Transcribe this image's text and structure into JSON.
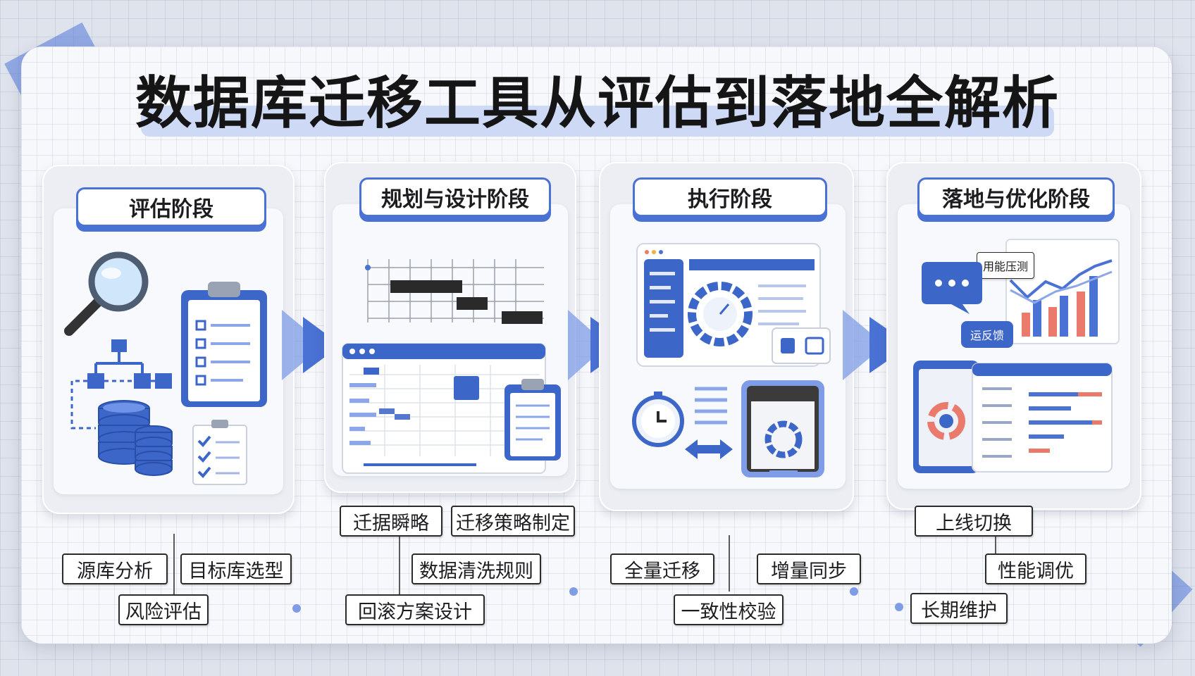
{
  "title": "数据库迁移工具从评估到落地全解析",
  "stages": [
    {
      "label": "评估阶段",
      "tags": [
        "源库分析",
        "目标库选型",
        "风险评估"
      ]
    },
    {
      "label": "规划与设计阶段",
      "tags": [
        "迁据瞬略",
        "迁移策略制定",
        "数据清洗规则",
        "回滚方案设计"
      ]
    },
    {
      "label": "执行阶段",
      "tags": [
        "全量迁移",
        "增量同步",
        "一致性校验"
      ]
    },
    {
      "label": "落地与优化阶段",
      "tags": [
        "上线切换",
        "性能调优",
        "长期维护"
      ]
    }
  ],
  "callouts": {
    "perf_test": "用能压测",
    "feedback": "运反馈"
  },
  "colors": {
    "accent": "#4a72d4",
    "accent_dark": "#2f55b8",
    "bar_red": "#e97a6c",
    "bar_blue": "#4a72d4"
  },
  "icons": [
    "magnifier-icon",
    "hierarchy-icon",
    "database-icon",
    "clipboard-icon",
    "checklist-icon",
    "gantt-chart-icon",
    "spreadsheet-icon",
    "dashboard-icon",
    "stopwatch-icon",
    "swap-arrows-icon",
    "tablet-icon",
    "chat-bubble-icon",
    "trend-chart-icon",
    "arrow-right-icon"
  ]
}
